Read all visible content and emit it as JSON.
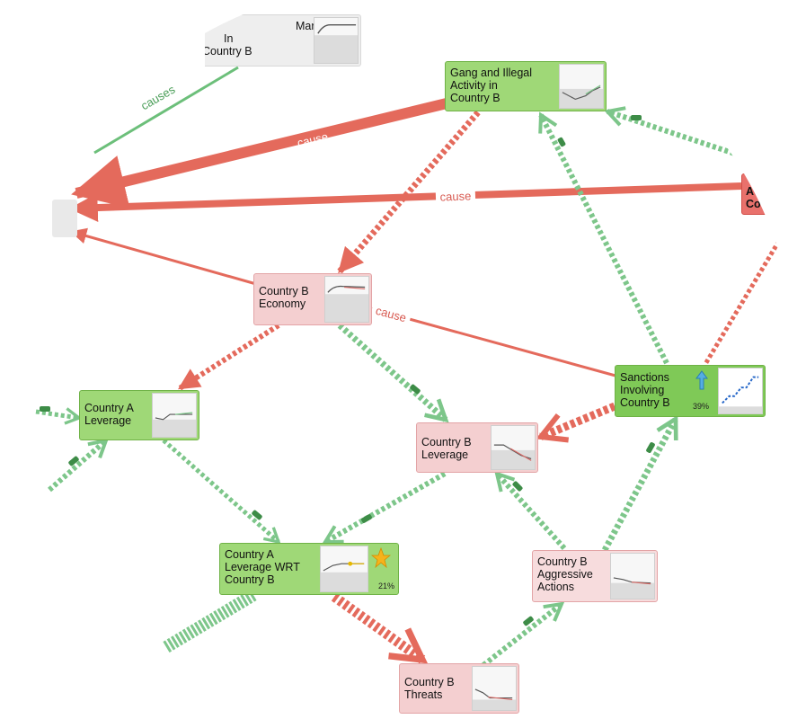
{
  "colors": {
    "promote": "#6cbf7a",
    "inhibit": "#e46a5c",
    "node_green": "#9fd877",
    "node_pink": "#f4cfd0"
  },
  "nodes": {
    "market": {
      "label_lines": [
        "Market",
        "In",
        "Country B"
      ]
    },
    "gang": {
      "label_lines": [
        "Gang and Illegal",
        "Activity in",
        "Country B"
      ]
    },
    "b_economy": {
      "label_lines": [
        "Country B",
        "Economy"
      ]
    },
    "a_leverage": {
      "label_lines": [
        "Country A",
        "Leverage"
      ]
    },
    "sanctions": {
      "label_lines": [
        "Sanctions",
        "Involving",
        "Country B"
      ],
      "percent": "39%"
    },
    "b_leverage": {
      "label_lines": [
        "Country B",
        "Leverage"
      ]
    },
    "a_lev_wrt_b": {
      "label_lines": [
        "Country A",
        "Leverage WRT",
        "Country B"
      ],
      "percent": "21%"
    },
    "b_aggressive": {
      "label_lines": [
        "Country B",
        "Aggressive",
        "Actions"
      ]
    },
    "b_threats": {
      "label_lines": [
        "Country B",
        "Threats"
      ]
    },
    "offscreen_red": {
      "label_lines": [
        "A",
        "Co"
      ]
    }
  },
  "edge_labels": {
    "causes_top": "causes",
    "cause_gang": "cause",
    "cause_long": "cause",
    "cause_economy": "cause"
  }
}
